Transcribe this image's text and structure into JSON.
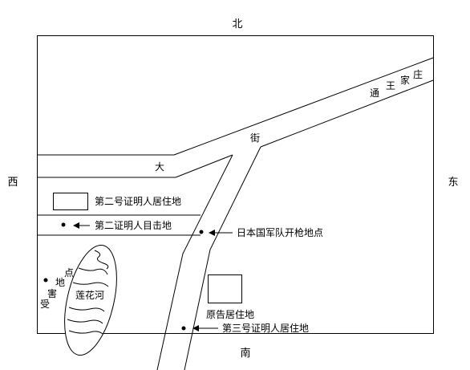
{
  "compass": {
    "north": "北",
    "south": "南",
    "east": "东",
    "west": "西"
  },
  "roads": {
    "avenue_char_1": "大",
    "avenue_char_2": "街",
    "village_chars": [
      "通",
      "王",
      "家",
      "庄"
    ]
  },
  "river": {
    "label": "莲花河"
  },
  "victim_site": {
    "chars": [
      "受",
      "害",
      "地",
      "点"
    ]
  },
  "markers": {
    "witness2_residence": "第二号证明人居住地",
    "witness2_sighting": "第二证明人目击地",
    "japanese_firing_point": "日本国军队开枪地点",
    "plaintiff_residence": "原告居住地",
    "witness3_residence": "第三号证明人居住地"
  },
  "colors": {
    "ink": "#000000",
    "paper": "#ffffff"
  }
}
